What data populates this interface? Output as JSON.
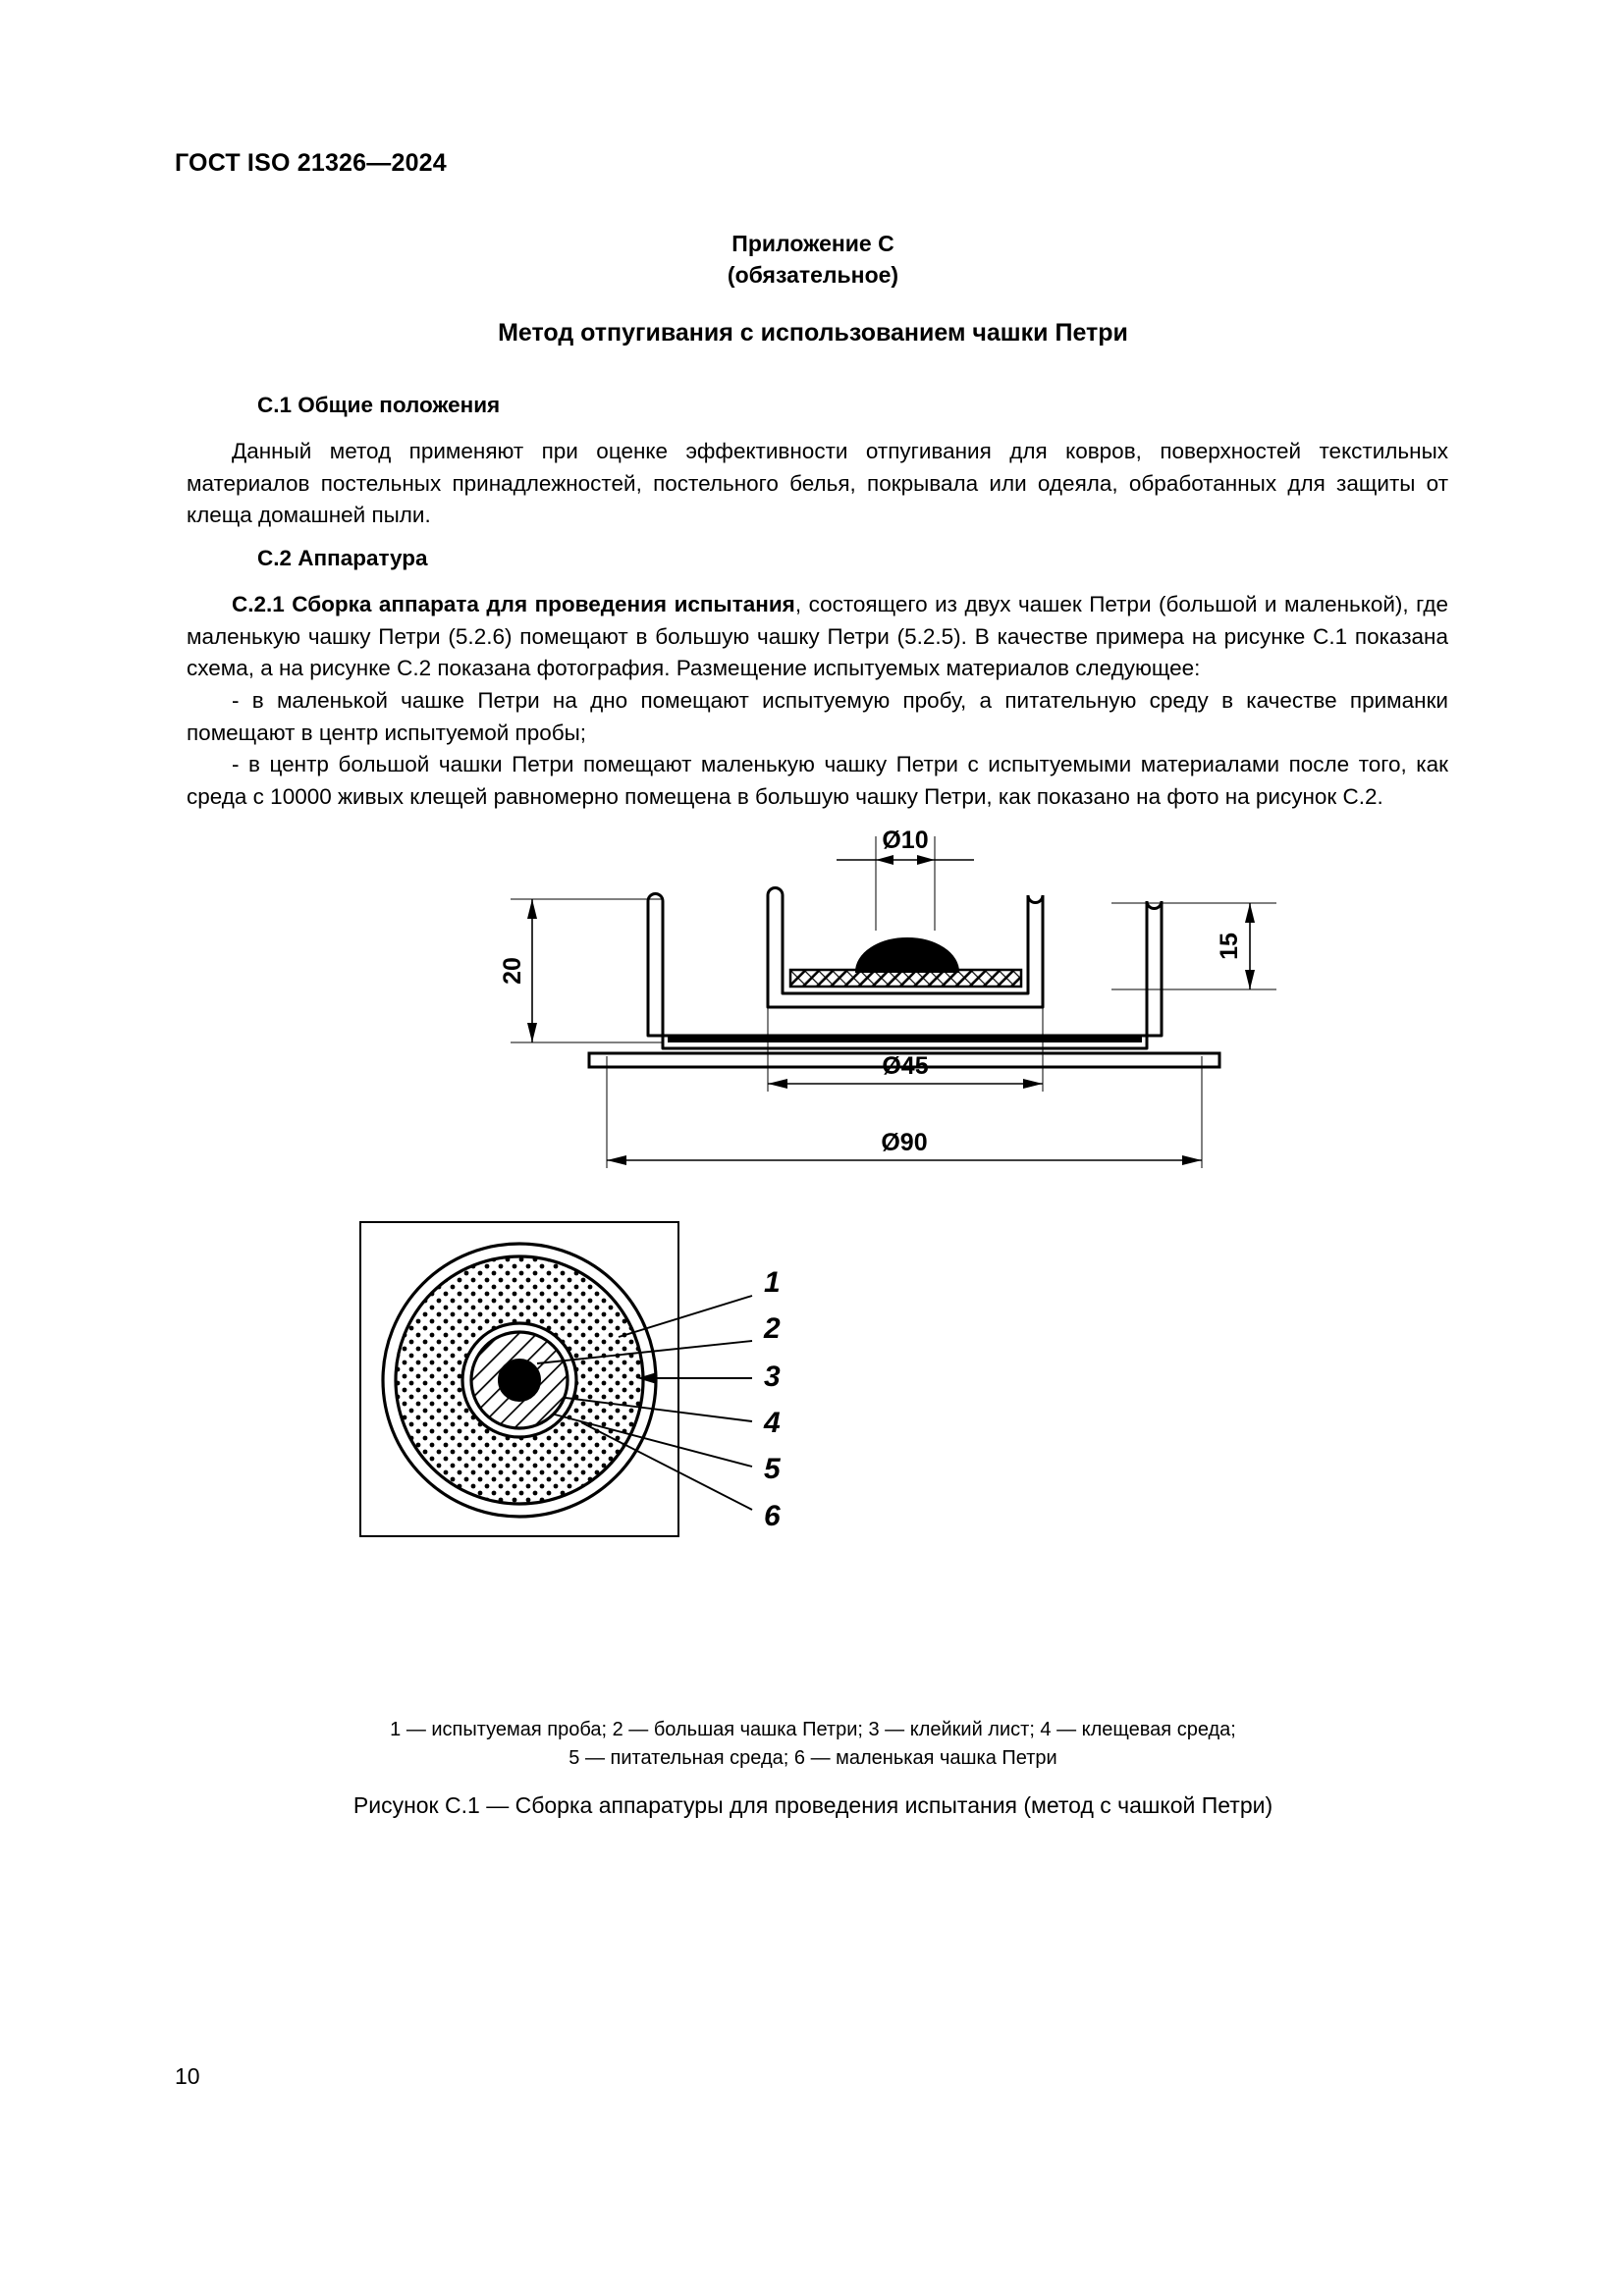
{
  "document": {
    "header": "ГОСТ ISO 21326—2024",
    "page_number": "10"
  },
  "annex": {
    "title": "Приложение С",
    "status": "(обязательное)",
    "method_title": "Метод отпугивания с использованием чашки Петри"
  },
  "sections": {
    "c1": {
      "heading": "C.1  Общие положения",
      "paragraph": "Данный метод применяют при оценке эффективности отпугивания для ковров, поверхностей текстильных материалов постельных принадлежностей, постельного белья, покрывала или одеяла, обработанных для защиты от клеща домашней пыли."
    },
    "c2": {
      "heading": "C.2  Аппаратура",
      "c21_lead": "C.2.1  Сборка аппарата для проведения испытания",
      "c21_rest": ", состоящего из двух чашек Петри (большой и маленькой), где маленькую чашку Петри (5.2.6) помещают в большую чашку Петри (5.2.5). В качестве примера на рисунке C.1 показана схема, а на рисунке C.2 показана фотография. Размещение испытуемых материалов следующее:",
      "bullet_1": "- в маленькой чашке Петри на дно помещают испытуемую пробу, а питательную среду в качестве приманки помещают в центр испытуемой пробы;",
      "bullet_2": "- в центр большой чашки Петри помещают маленькую чашку Петри с испытуемыми материалами после того, как среда с 10000 живых клещей равномерно помещена в большую чашку Петри, как показано на фото на рисунок C.2."
    }
  },
  "figure_c1": {
    "cross_section": {
      "dim_inner_diameter": "Ø10",
      "dim_small_dish_height": "15",
      "dim_large_dish_height": "20",
      "dim_small_dish_diameter": "Ø45",
      "dim_large_dish_diameter": "Ø90"
    },
    "callouts": [
      {
        "number": "1"
      },
      {
        "number": "2"
      },
      {
        "number": "3"
      },
      {
        "number": "4"
      },
      {
        "number": "5"
      },
      {
        "number": "6"
      }
    ],
    "legend_line_1": "1 — испытуемая проба; 2 — большая чашка Петри; 3 — клейкий лист; 4 — клещевая среда;",
    "legend_line_2": "5 — питательная среда; 6 — маленькая чашка Петри",
    "legend_items": [
      {
        "number": "1",
        "label": "испытуемая проба"
      },
      {
        "number": "2",
        "label": "большая чашка Петри"
      },
      {
        "number": "3",
        "label": "клейкий лист"
      },
      {
        "number": "4",
        "label": "клещевая среда"
      },
      {
        "number": "5",
        "label": "питательная среда"
      },
      {
        "number": "6",
        "label": "маленькая чашка Петри"
      }
    ],
    "caption": "Рисунок С.1 — Сборка аппаратуры для проведения испытания (метод с чашкой Петри)"
  },
  "colors": {
    "ink": "#000000",
    "paper": "#ffffff"
  }
}
